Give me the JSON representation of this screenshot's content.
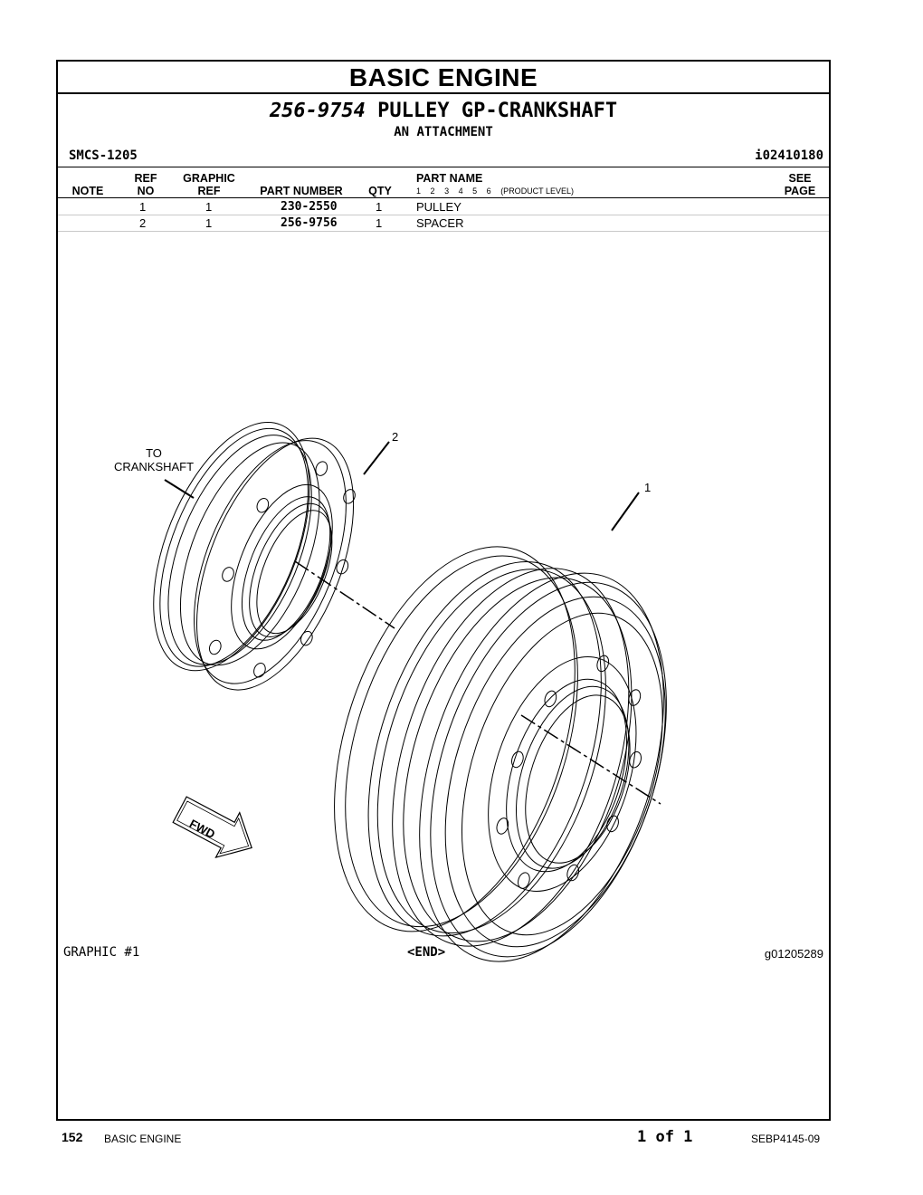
{
  "section_title": "BASIC ENGINE",
  "group": {
    "part_number": "256-9754",
    "name": "PULLEY GP-CRANKSHAFT",
    "attachment": "AN ATTACHMENT"
  },
  "smcs": "SMCS-1205",
  "doc_id": "i02410180",
  "columns": {
    "note": "NOTE",
    "ref_no": [
      "REF",
      "NO"
    ],
    "graphic_ref": [
      "GRAPHIC",
      "REF"
    ],
    "part_number": "PART NUMBER",
    "qty": "QTY",
    "part_name": "PART NAME",
    "product_levels": [
      "1",
      "2",
      "3",
      "4",
      "5",
      "6"
    ],
    "product_level_label": "(PRODUCT LEVEL)",
    "see_page": [
      "SEE",
      "PAGE"
    ]
  },
  "parts": [
    {
      "ref_no": "1",
      "graphic_ref": "1",
      "part_number": "230-2550",
      "qty": "1",
      "part_name": "PULLEY"
    },
    {
      "ref_no": "2",
      "graphic_ref": "1",
      "part_number": "256-9756",
      "qty": "1",
      "part_name": "SPACER"
    }
  ],
  "illustration": {
    "callout_to_crankshaft": [
      "TO",
      "CRANKSHAFT"
    ],
    "callout_1": "1",
    "callout_2": "2",
    "fwd_label": "FWD"
  },
  "graphic_label": "GRAPHIC #1",
  "end_label": "<END>",
  "graphic_id": "g01205289",
  "footer": {
    "page_number": "152",
    "section": "BASIC ENGINE",
    "page_of": "1 of 1",
    "doc_number": "SEBP4145-09"
  }
}
